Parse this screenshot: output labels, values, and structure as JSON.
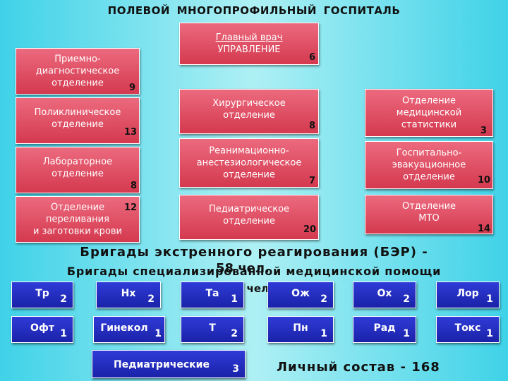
{
  "title": "ПОЛЕВОЙ  МНОГОПРОФИЛЬНЫЙ  ГОСПИТАЛЬ",
  "departments": {
    "chief": {
      "line1": "Главный врач",
      "line2": "УПРАВЛЕНИЕ",
      "count": "6"
    },
    "admission": {
      "label": "Приемно-\nдиагностическое\nотделение",
      "count": "9"
    },
    "polyclinic": {
      "label": "Поликлиническое\nотделение",
      "count": "13"
    },
    "laboratory": {
      "label": "Лабораторное\nотделение",
      "count": "8"
    },
    "transfusion": {
      "label": "Отделение\nпереливания\nи заготовки крови",
      "count": "12"
    },
    "surgery": {
      "label": "Хирургическое\nотделение",
      "count": "8"
    },
    "reanimation": {
      "label": "Реанимационно-\nанестезиологическое\nотделение",
      "count": "7"
    },
    "pediatric": {
      "label": "Педиатрическое\nотделение",
      "count": "20"
    },
    "statistics": {
      "label": "Отделение\nмедицинской\nстатистики",
      "count": "3"
    },
    "evacuation": {
      "label": "Госпитально-\nэвакуационное\nотделение",
      "count": "10"
    },
    "mto": {
      "label": "Отделение\nМТО",
      "count": "14"
    }
  },
  "ber": {
    "title": "Бригады экстренного реагирования (БЭР) -",
    "subtitle": "Бригады специализированной медицинской помощи",
    "overlay1": "58 чел.",
    "overlay2": "250 чел."
  },
  "brigades": [
    {
      "label": "Тр",
      "count": "2"
    },
    {
      "label": "Нх",
      "count": "2"
    },
    {
      "label": "Та",
      "count": "1"
    },
    {
      "label": "Ож",
      "count": "2"
    },
    {
      "label": "Ох",
      "count": "2"
    },
    {
      "label": "Лор",
      "count": "1"
    },
    {
      "label": "Офт",
      "count": "1"
    },
    {
      "label": "Гинекол",
      "count": "1"
    },
    {
      "label": "Т",
      "count": "2"
    },
    {
      "label": "Пн",
      "count": "1"
    },
    {
      "label": "Рад",
      "count": "1"
    },
    {
      "label": "Токс",
      "count": "1"
    },
    {
      "label": "Педиатрические",
      "count": "3"
    }
  ],
  "total": "Личный состав - 168"
}
